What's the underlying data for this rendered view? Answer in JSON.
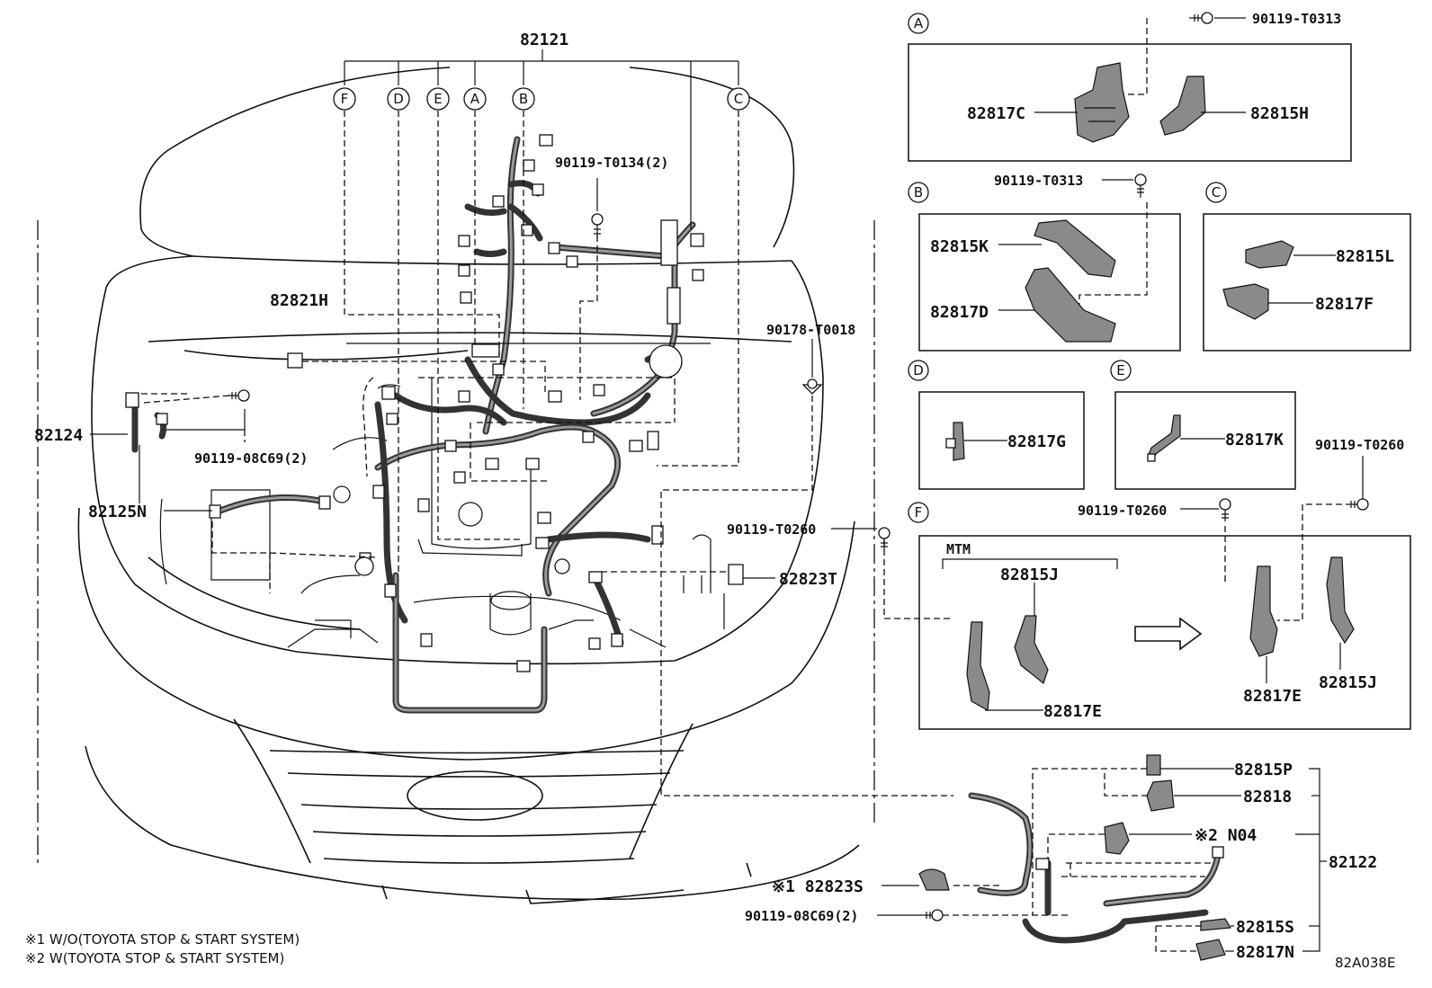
{
  "diagram": {
    "code": "82A038E",
    "notes": [
      "※1 W/O(TOYOTA STOP & START SYSTEM)",
      "※2 W(TOYOTA STOP & START SYSTEM)"
    ],
    "main_labels": {
      "p82121": "82121",
      "p82124": "82124",
      "p82125N": "82125N",
      "p82821H": "82821H",
      "p82823T": "82823T",
      "b90119_T0134": "90119-T0134(2)",
      "b90119_08C69_a": "90119-08C69(2)",
      "b90178_T0018": "90178-T0018",
      "b90119_T0260_a": "90119-T0260"
    },
    "letters": {
      "A": "A",
      "B": "B",
      "C": "C",
      "D": "D",
      "E": "E",
      "F": "F"
    },
    "detail_A": {
      "letter": "A",
      "bolt": "90119-T0313",
      "left": "82817C",
      "right": "82815H"
    },
    "detail_B": {
      "letter": "B",
      "bolt": "90119-T0313",
      "top": "82815K",
      "bottom": "82817D"
    },
    "detail_C": {
      "letter": "C",
      "top": "82815L",
      "bottom": "82817F"
    },
    "detail_D": {
      "letter": "D",
      "part": "82817G"
    },
    "detail_E": {
      "letter": "E",
      "part": "82817K",
      "bolt_right": "90119-T0260"
    },
    "detail_F": {
      "letter": "F",
      "bolt": "90119-T0260",
      "mtm": "MTM",
      "p1": "82815J",
      "p2": "82817E",
      "p3": "82817E",
      "p4": "82815J"
    },
    "sub_assembly": {
      "p82815P": "82815P",
      "p82818": "82818",
      "pN04": "※2 N04",
      "p82122": "82122",
      "p82823S": "※1 82823S",
      "b90119_08C69": "90119-08C69(2)",
      "p82815S": "82815S",
      "p82817N": "82817N"
    }
  }
}
